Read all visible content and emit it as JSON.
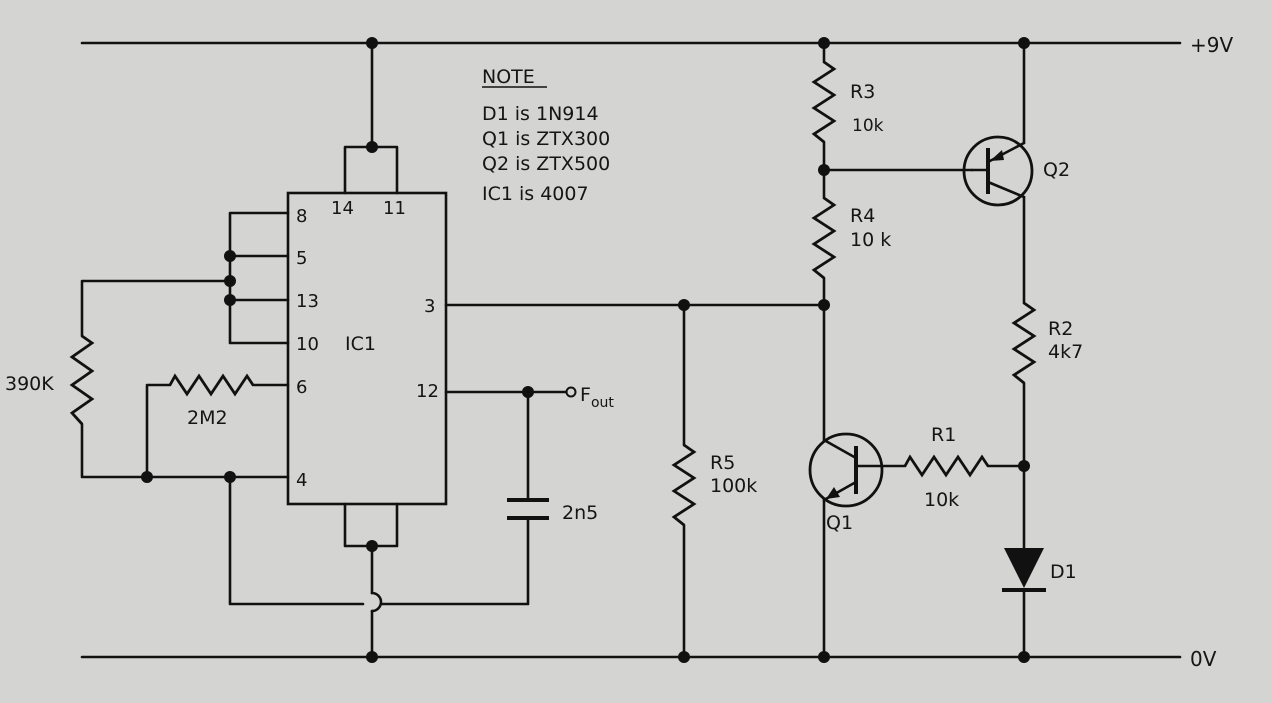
{
  "rails": {
    "supply": "+9V",
    "ground": "0V"
  },
  "note": {
    "heading": "NOTE",
    "lines": [
      "D1 is 1N914",
      "Q1 is ZTX300",
      "Q2 is ZTX500",
      "IC1 is 4007"
    ]
  },
  "ic": {
    "name": "IC1",
    "pins": {
      "p14": "14",
      "p11": "11",
      "p8": "8",
      "p5": "5",
      "p13": "13",
      "p10": "10",
      "p6": "6",
      "p4": "4",
      "p3": "3",
      "p12": "12"
    }
  },
  "output": {
    "main": "F",
    "sub": "out"
  },
  "components": {
    "r3": {
      "name": "R3",
      "value": "10k"
    },
    "r4": {
      "name": "R4",
      "value": "10 k"
    },
    "r2": {
      "name": "R2",
      "value": "4k7"
    },
    "r1": {
      "name": "R1",
      "value": "10k"
    },
    "r5": {
      "name": "R5",
      "value": "100k"
    },
    "r390": {
      "value": "390K"
    },
    "r2m2": {
      "value": "2M2"
    },
    "c1": {
      "value": "2n5"
    },
    "q1": {
      "name": "Q1"
    },
    "q2": {
      "name": "Q2"
    },
    "d1": {
      "name": "D1"
    }
  }
}
